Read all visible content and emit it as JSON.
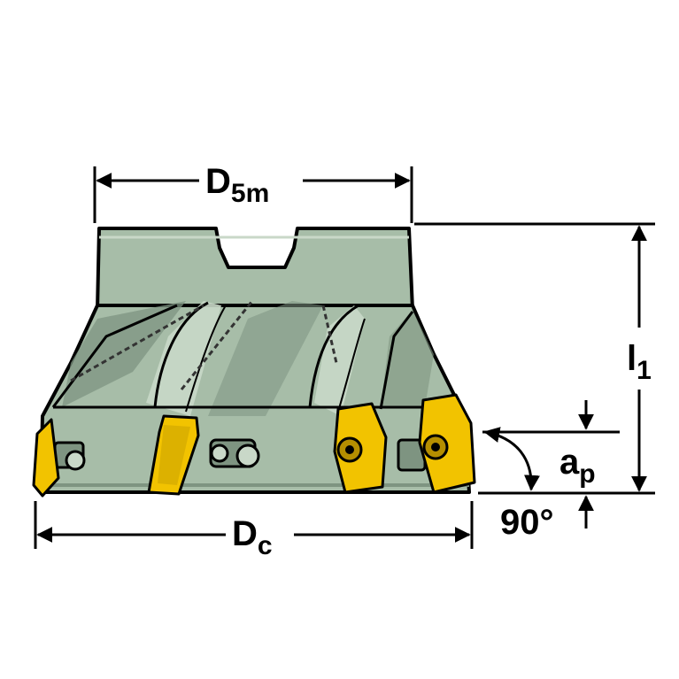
{
  "dimensions": {
    "top_width": {
      "main": "D",
      "sub": "5m"
    },
    "bottom_width": {
      "main": "D",
      "sub": "c"
    },
    "height": {
      "main": "l",
      "sub": "1"
    },
    "depth_of_cut": {
      "main": "a",
      "sub": "p"
    },
    "angle": "90°"
  },
  "colors": {
    "body": "#a7bda8",
    "body_shadow": "#7e9481",
    "body_highlight": "#c9d8c8",
    "outline": "#000000",
    "insert": "#f2c300",
    "insert_shadow": "#b58e00",
    "dimension_line": "#000000"
  }
}
